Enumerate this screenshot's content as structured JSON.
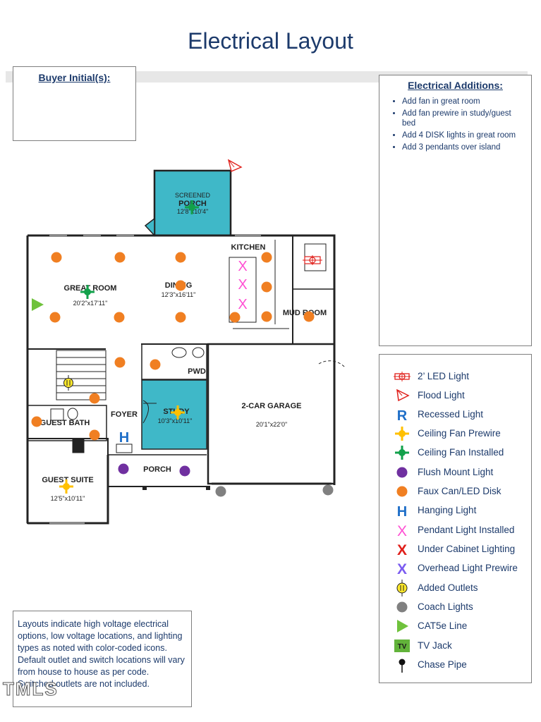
{
  "title": "Electrical Layout",
  "buyer_label": "Buyer Initial(s):",
  "additions": {
    "heading": "Electrical Additions:",
    "items": [
      "Add fan in great room",
      "Add fan prewire in study/guest bed",
      "Add 4 DISK lights in great room",
      "Add 3 pendants over island"
    ]
  },
  "legend": [
    {
      "icon": "led-light-icon",
      "label": "2’ LED Light"
    },
    {
      "icon": "flood-light-icon",
      "label": "Flood Light"
    },
    {
      "icon": "recessed-light-icon",
      "label": "Recessed Light"
    },
    {
      "icon": "ceiling-fan-prewire-icon",
      "label": "Ceiling Fan Prewire"
    },
    {
      "icon": "ceiling-fan-installed-icon",
      "label": "Ceiling Fan Installed"
    },
    {
      "icon": "flush-mount-light-icon",
      "label": "Flush Mount Light"
    },
    {
      "icon": "faux-can-led-disk-icon",
      "label": "Faux Can/LED Disk"
    },
    {
      "icon": "hanging-light-icon",
      "label": "Hanging Light"
    },
    {
      "icon": "pendant-light-icon",
      "label": "Pendant Light Installed"
    },
    {
      "icon": "under-cabinet-lighting-icon",
      "label": "Under Cabinet Lighting"
    },
    {
      "icon": "overhead-light-prewire-icon",
      "label": "Overhead Light Prewire"
    },
    {
      "icon": "added-outlet-icon",
      "label": "Added Outlets"
    },
    {
      "icon": "coach-light-icon",
      "label": "Coach Lights"
    },
    {
      "icon": "cat5e-line-icon",
      "label": "CAT5e Line"
    },
    {
      "icon": "tv-jack-icon",
      "label": "TV Jack"
    },
    {
      "icon": "chase-pipe-icon",
      "label": "Chase Pipe"
    }
  ],
  "symbols": {
    "recessed_letter": "R",
    "hanging_letter": "H",
    "pendant_letter": "X",
    "under_cabinet_letter": "X",
    "overhead_letter": "X",
    "tv_letter": "TV"
  },
  "colors": {
    "title": "#1c3a6b",
    "faux_can": "#f07f22",
    "flush_mount": "#7030a0",
    "fan_prewire": "#ffc000",
    "fan_installed": "#12a14b",
    "pendant": "#ff4fd3",
    "under_cabinet": "#e0201b",
    "overhead": "#7b5cf0",
    "recessed": "#1f6fc8",
    "coach": "#7f7f7f",
    "cat5e": "#6fc23c",
    "tv": "#62b33a",
    "room_fill": "#3fb8c8"
  },
  "rooms": {
    "porch_back": {
      "name": "PORCH",
      "size": "12'8\"x10'4\"",
      "sub": "SCREENED"
    },
    "kitchen": {
      "name": "KITCHEN"
    },
    "great_room": {
      "name": "GREAT ROOM",
      "size": "20'2\"x17'11\""
    },
    "dining": {
      "name": "DINING",
      "size": "12'3\"x16'11\""
    },
    "mud_room": {
      "name": "MUD ROOM"
    },
    "pwd": {
      "name": "PWD"
    },
    "foyer": {
      "name": "FOYER"
    },
    "study": {
      "name": "STUDY",
      "size": "10'3\"x10'11\""
    },
    "garage": {
      "name": "2-CAR GARAGE",
      "size": "20'1\"x22'0\""
    },
    "guest_bath": {
      "name": "GUEST BATH"
    },
    "porch_front": {
      "name": "PORCH"
    },
    "guest_suite": {
      "name": "GUEST SUITE",
      "size": "12'5\"x10'11\""
    }
  },
  "note": "Layouts indicate high voltage electrical options, low voltage locations, and lighting types as noted with color-coded icons. Default outlet and switch locations will vary from house to house as per code. Switched outlets are not included.",
  "watermark": "TMLS"
}
